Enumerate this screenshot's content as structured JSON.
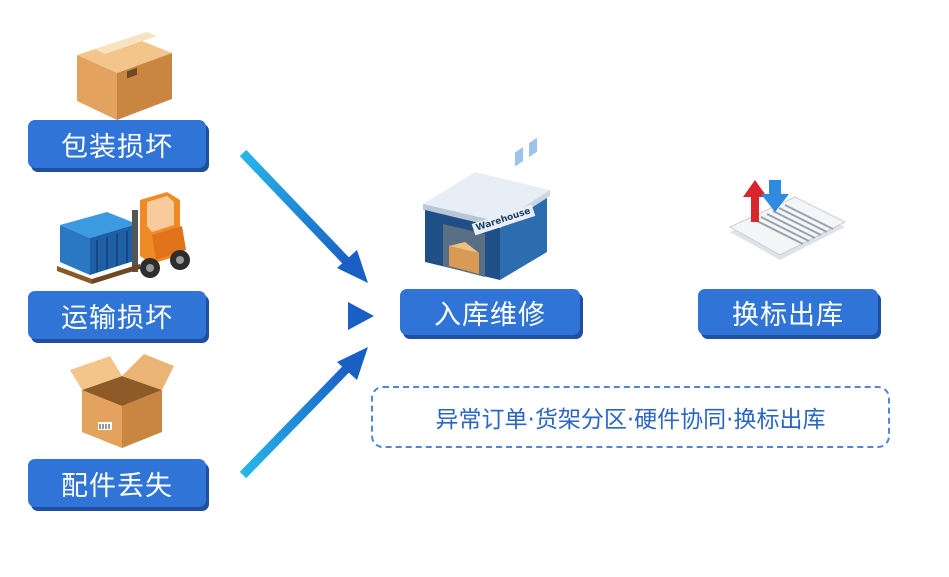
{
  "damage_types": [
    {
      "label": "包装损坏",
      "icon": "package-box-icon"
    },
    {
      "label": "运输损坏",
      "icon": "forklift-truck-icon"
    },
    {
      "label": "配件丢失",
      "icon": "open-box-icon"
    }
  ],
  "process": {
    "warehouse_label": "入库维修",
    "warehouse_sign": "Warehouse",
    "exchange_label": "换标出库"
  },
  "steps_note": "异常订单·货架分区·硬件协同·换标出库",
  "colors": {
    "button_blue": "#2f74d6",
    "arrow_light": "#27b6ea",
    "arrow_dark": "#1a5fc4",
    "dashed_border": "#4f86d8"
  }
}
